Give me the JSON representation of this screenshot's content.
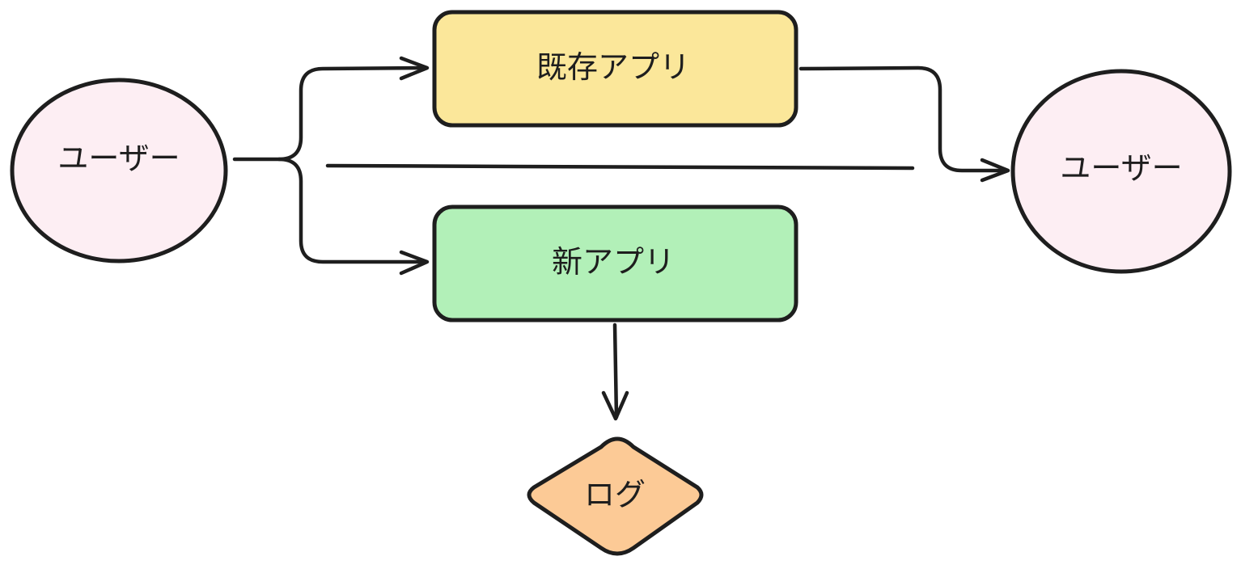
{
  "nodes": {
    "user_left": {
      "label": "ユーザー",
      "shape": "circle",
      "fill": "#fdeef3"
    },
    "existing_app": {
      "label": "既存アプリ",
      "shape": "rounded-rectangle",
      "fill": "#fbe79a"
    },
    "new_app": {
      "label": "新アプリ",
      "shape": "rounded-rectangle",
      "fill": "#b2f0b8"
    },
    "user_right": {
      "label": "ユーザー",
      "shape": "circle",
      "fill": "#fdeef3"
    },
    "log": {
      "label": "ログ",
      "shape": "diamond",
      "fill": "#fcca96"
    }
  },
  "edges": [
    {
      "from": "user_left",
      "to": "existing_app",
      "arrow": true
    },
    {
      "from": "user_left",
      "to": "new_app",
      "arrow": true
    },
    {
      "from": "existing_app",
      "to": "user_right",
      "arrow": true
    },
    {
      "from": "new_app",
      "to": "log",
      "arrow": true
    }
  ],
  "colors": {
    "stroke": "#1e1e1e",
    "background": "#ffffff"
  }
}
